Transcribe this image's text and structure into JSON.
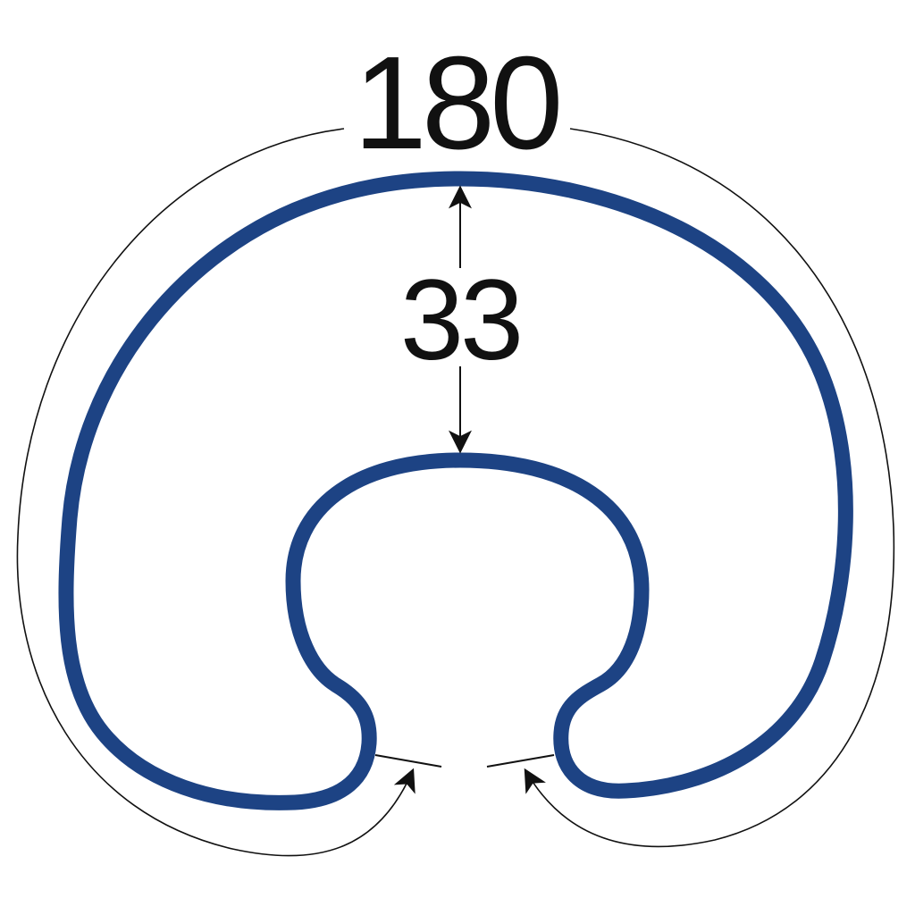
{
  "diagram": {
    "shape": "u-shaped-pillow-outline",
    "outline_color": "#1d4384",
    "line_color": "#111111",
    "dimensions": {
      "outer_length": {
        "value": "180"
      },
      "depth": {
        "value": "33"
      }
    }
  }
}
